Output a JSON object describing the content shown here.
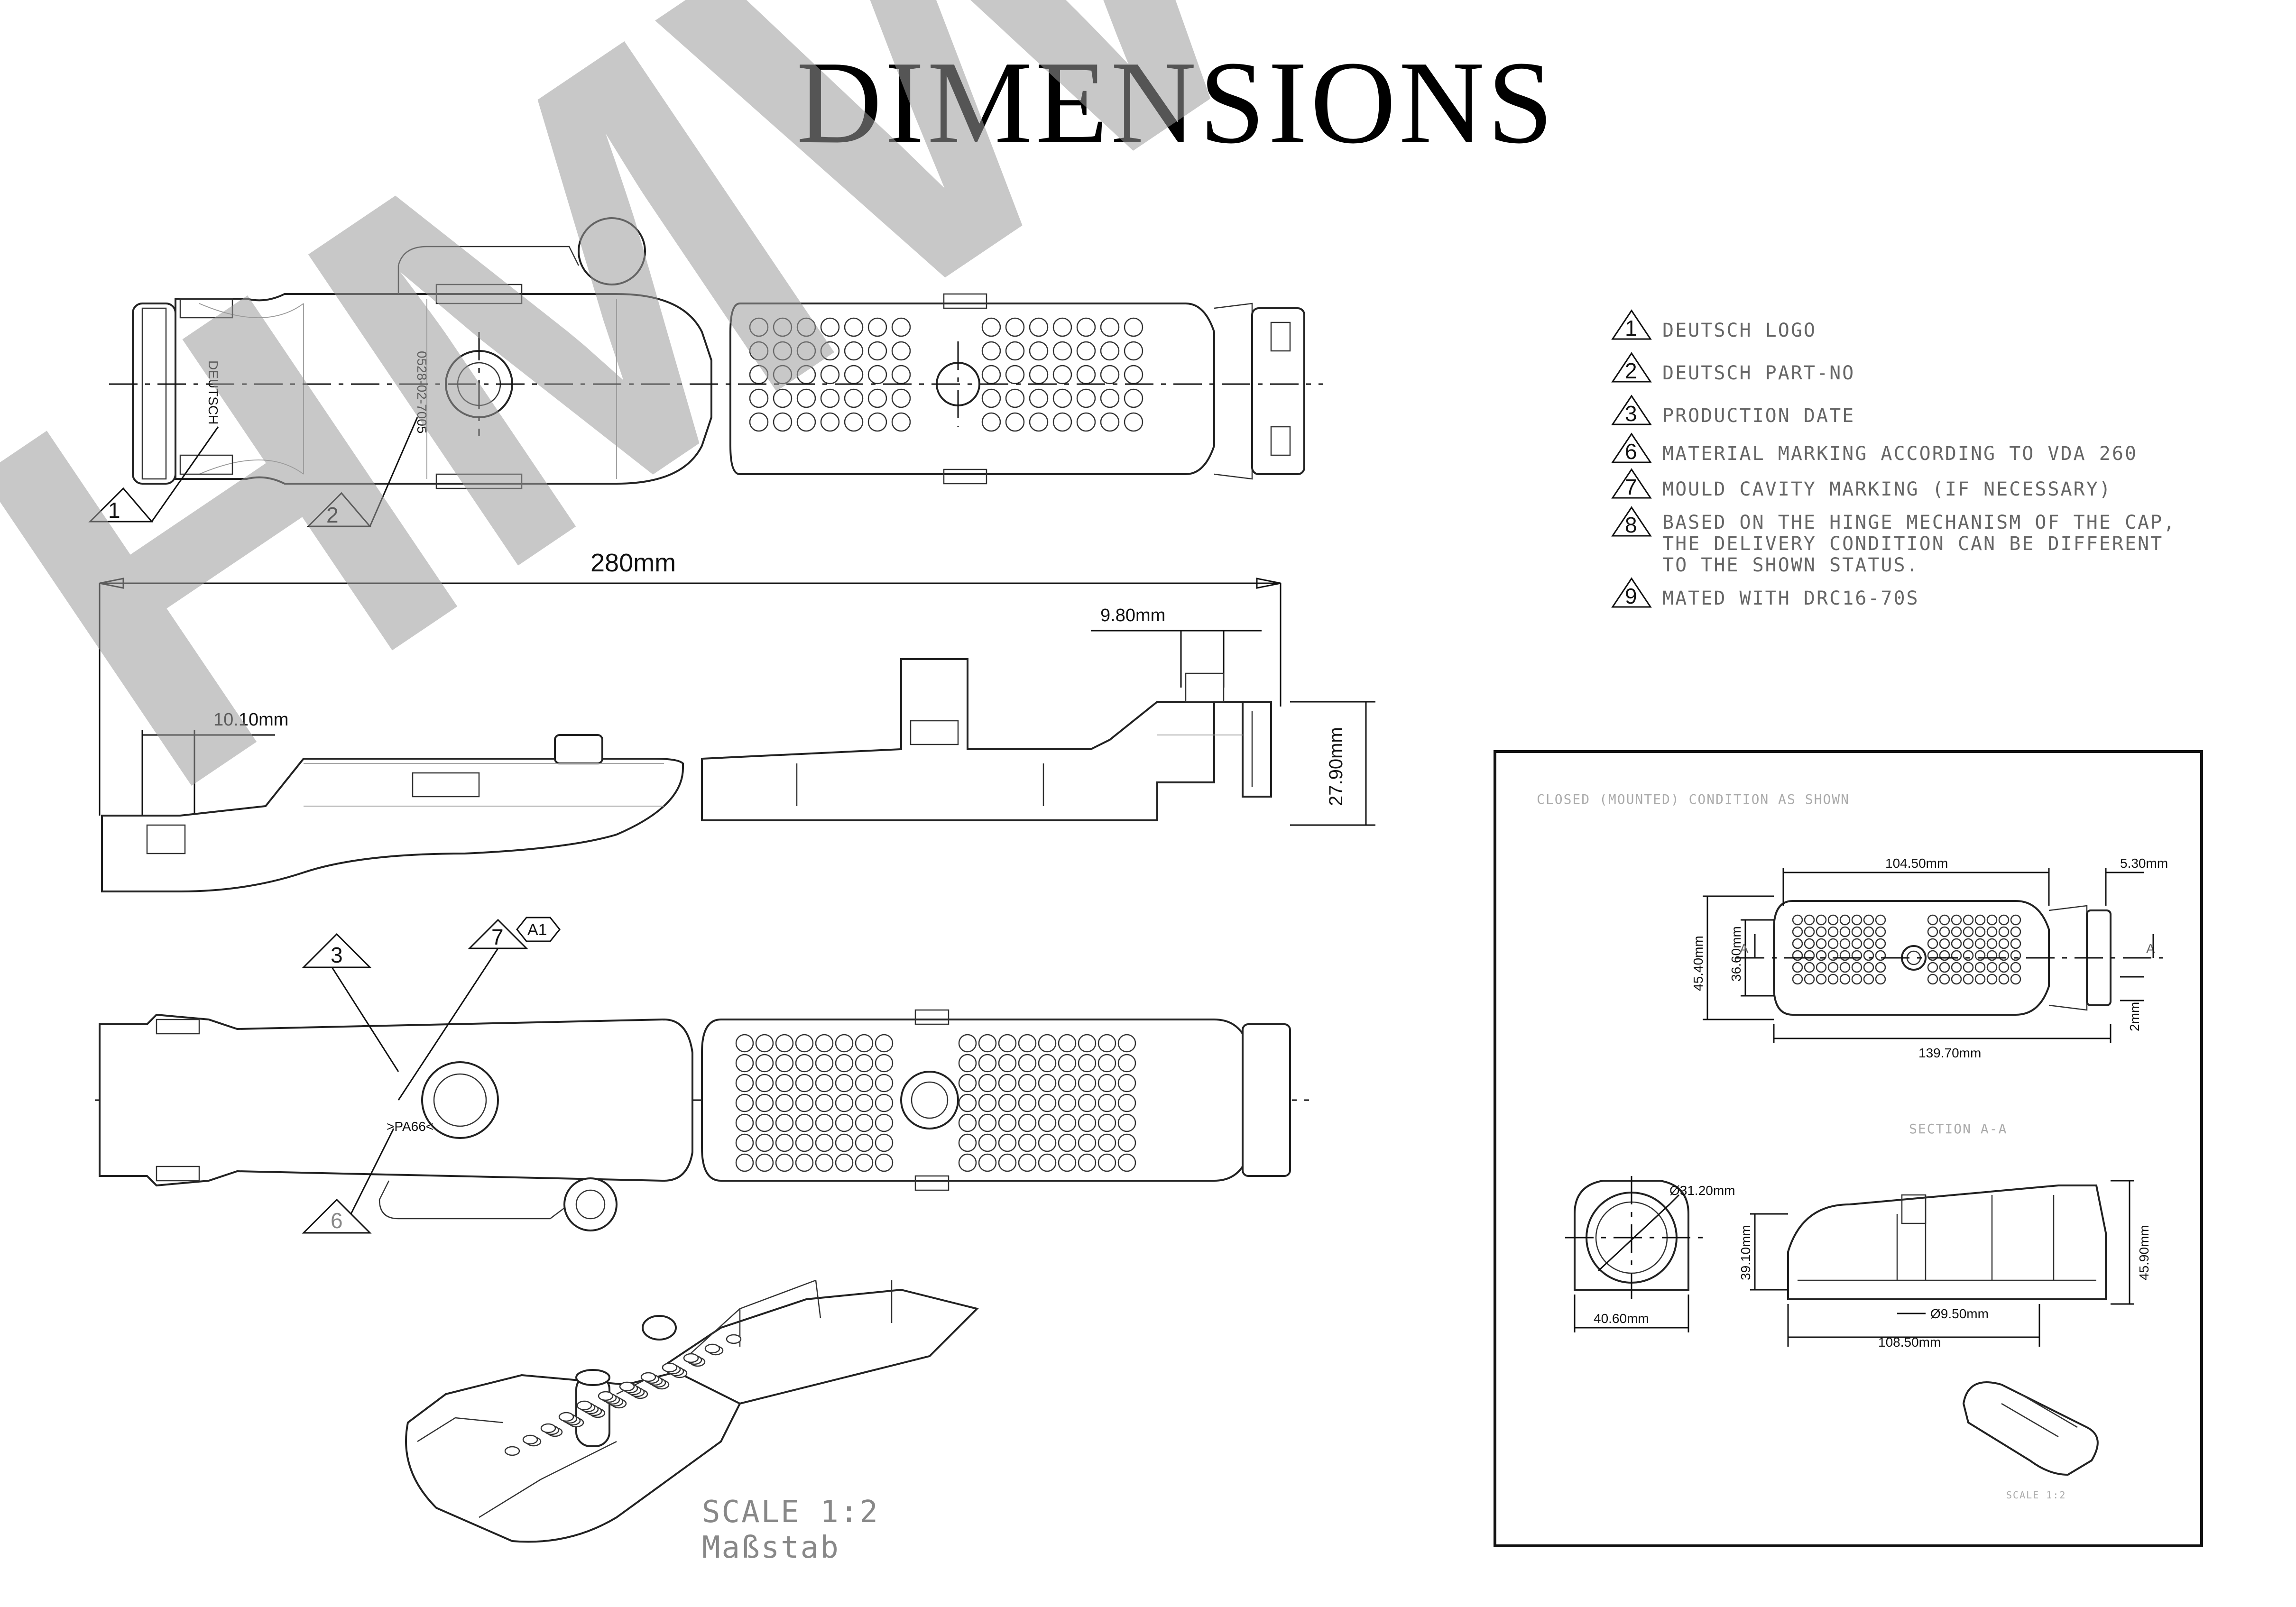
{
  "title": "DIMENSIONS",
  "watermark": "HMWS",
  "legend": [
    {
      "num": "1",
      "text": "DEUTSCH LOGO"
    },
    {
      "num": "2",
      "text": "DEUTSCH PART-NO"
    },
    {
      "num": "3",
      "text": "PRODUCTION DATE"
    },
    {
      "num": "6",
      "text": "MATERIAL MARKING ACCORDING TO VDA 260"
    },
    {
      "num": "7",
      "text": "MOULD CAVITY MARKING (IF NECESSARY)"
    },
    {
      "num": "8",
      "text": "BASED ON THE HINGE MECHANISM OF THE CAP,",
      "line2": "THE DELIVERY CONDITION CAN BE DIFFERENT",
      "line3": "TO THE SHOWN STATUS."
    },
    {
      "num": "9",
      "text": "MATED WITH DRC16-70S"
    }
  ],
  "main": {
    "overall_length": "280mm",
    "dim_tab": "9.80mm",
    "dim_neck": "10.10mm",
    "dim_height": "27.90mm",
    "marking_logo": "DEUTSCH",
    "marking_part": "0528-02-7005",
    "marking_material": ">PA66<",
    "callouts": [
      "1",
      "2",
      "3",
      "7",
      "6"
    ],
    "datum": "A1"
  },
  "inset": {
    "note": "CLOSED (MOUNTED) CONDITION AS SHOWN",
    "dims": {
      "width_inner": "104.50mm",
      "right_tab": "5.30mm",
      "height_outer": "45.40mm",
      "height_inner": "36.60mm",
      "width_overall": "139.70mm",
      "gap": "2mm",
      "section_a": "A",
      "diameter": "Ø31.20mm",
      "height_section": "39.10mm",
      "width_section": "40.60mm",
      "hole": "Ø9.50mm",
      "length_section": "108.50mm",
      "height_total": "45.90mm"
    },
    "section_label": "SECTION A-A",
    "scale_small": "SCALE 1:2"
  },
  "scale_label": "SCALE 1:2",
  "scale_sub": "Maßstab"
}
